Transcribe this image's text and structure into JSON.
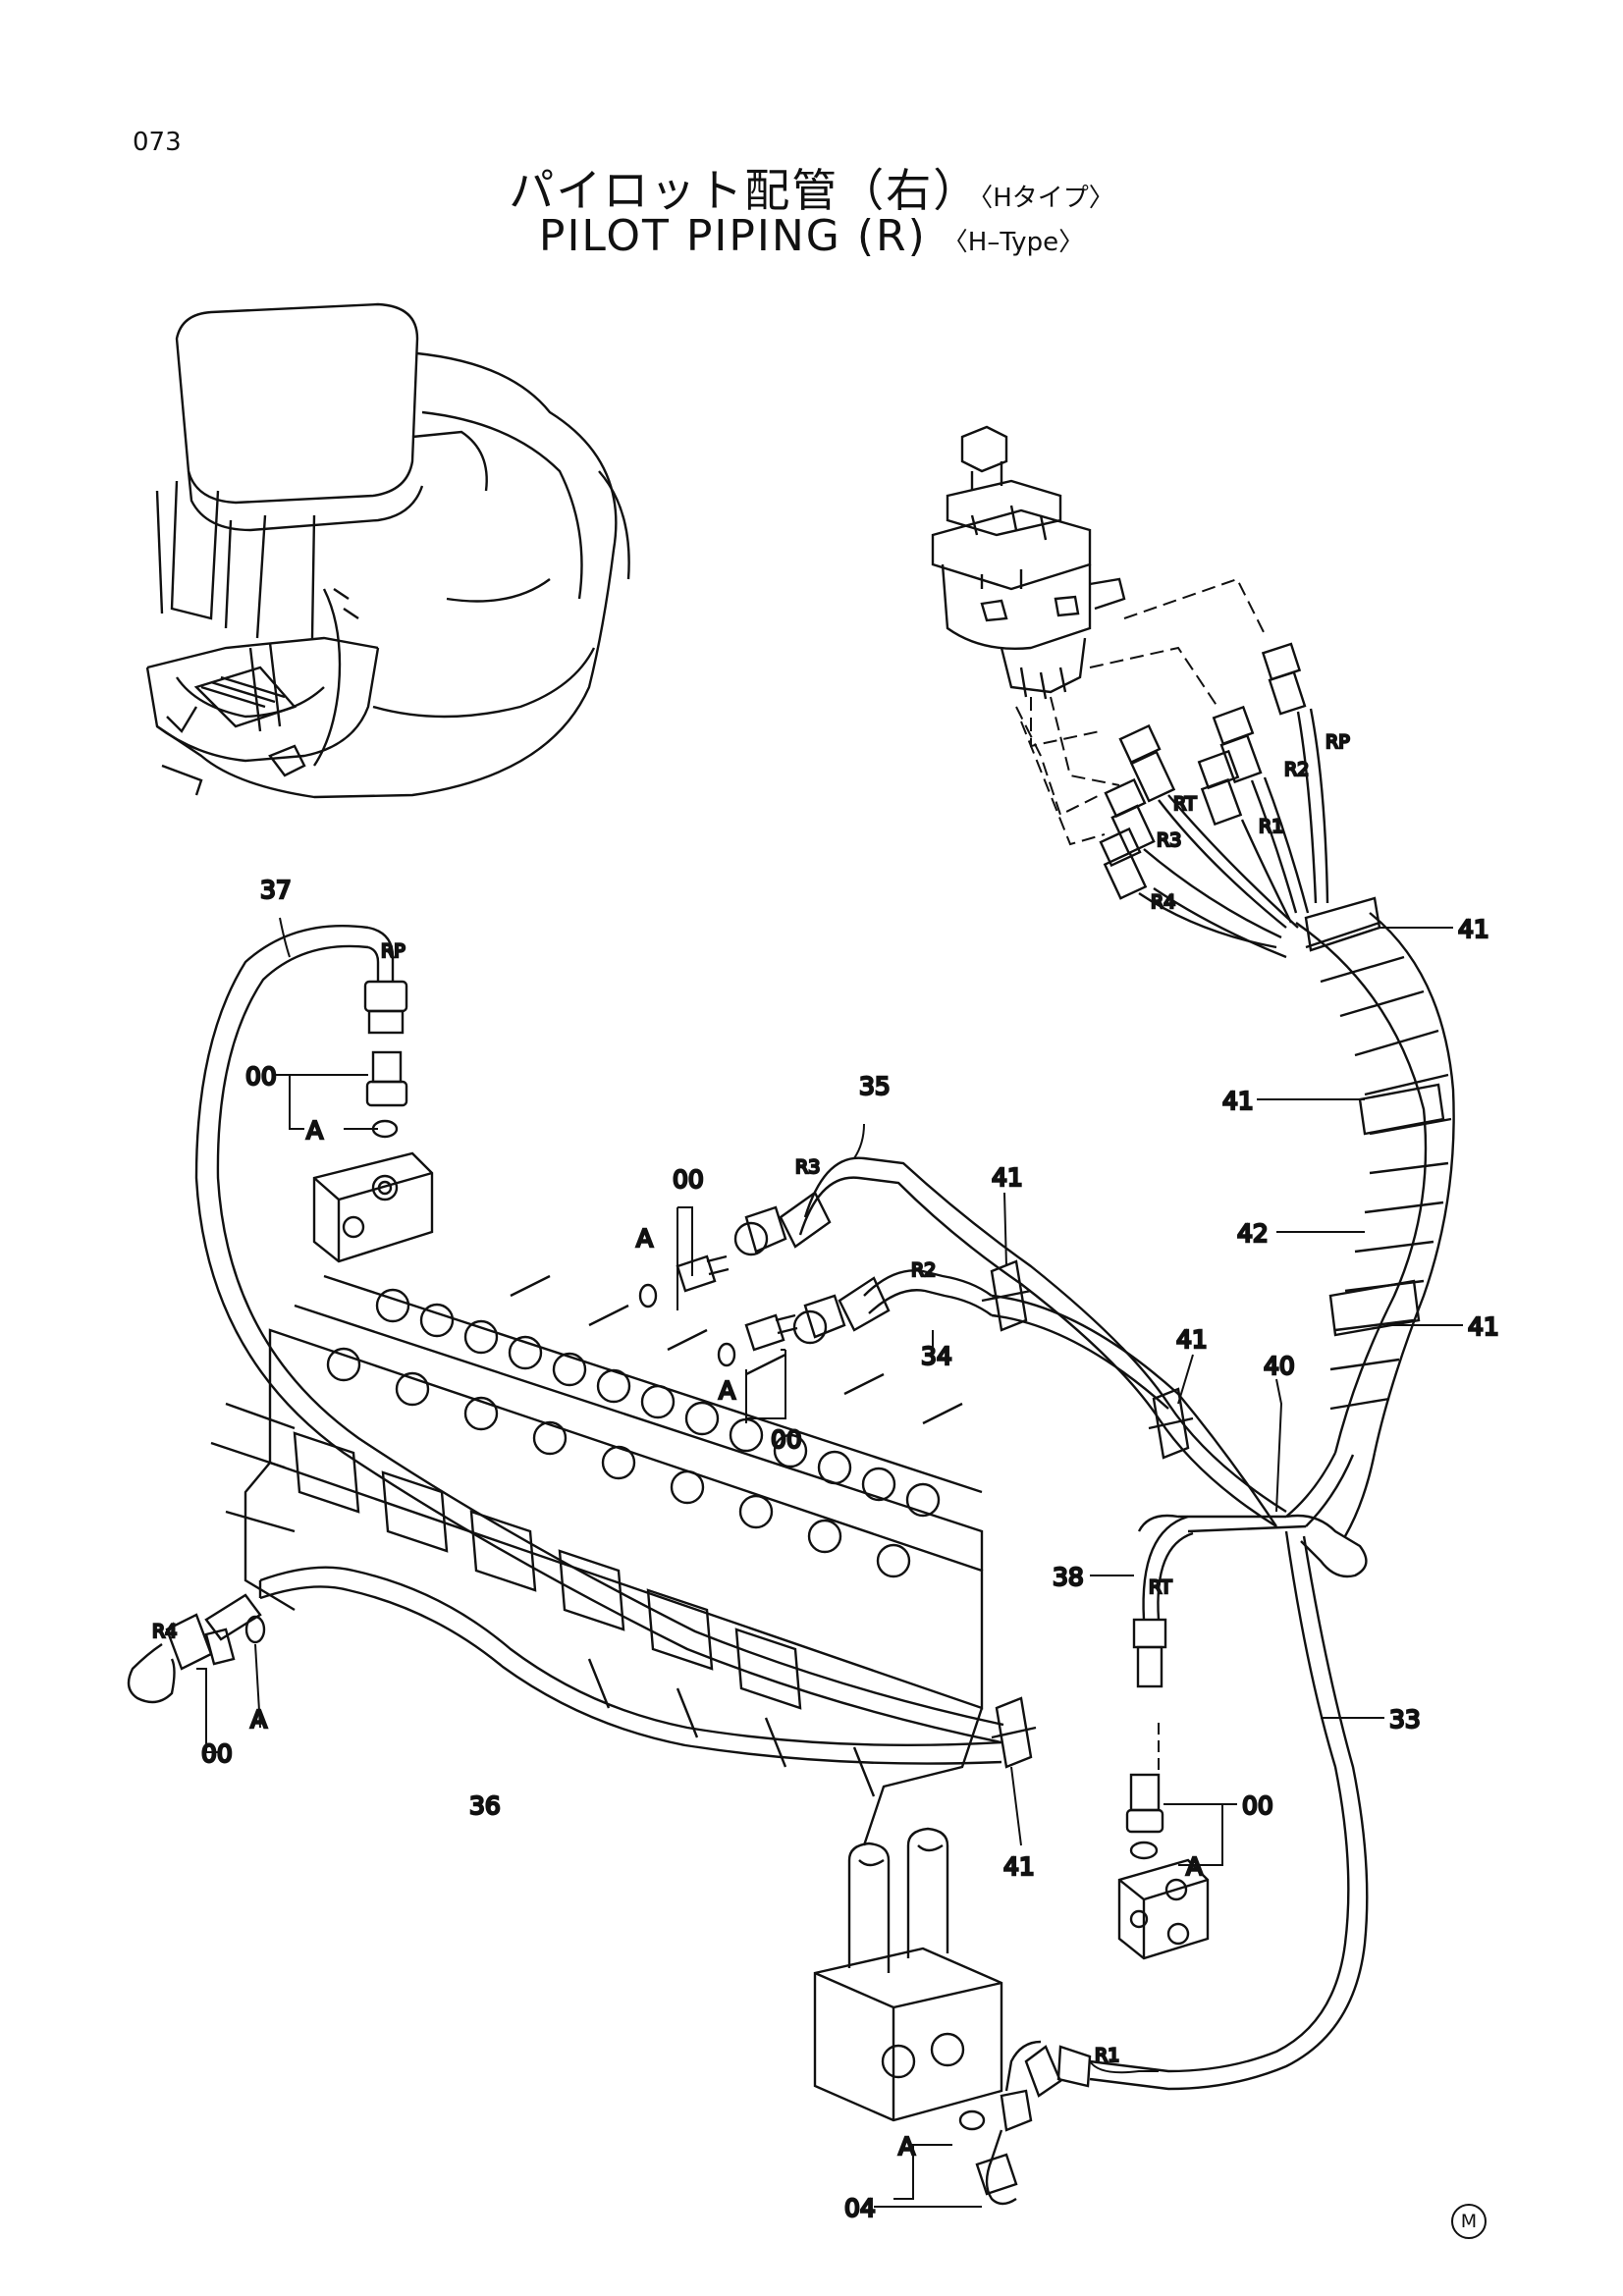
{
  "page_number": "073",
  "title_ja": "パイロット配管（右）",
  "title_ja_type": "〈Hタイプ〉",
  "title_en": "PILOT PIPING (R)",
  "title_en_type": "〈H–Type〉",
  "emblem": "M",
  "parts": {
    "p00": "00",
    "p04": "04",
    "p33": "33",
    "p34": "34",
    "p35": "35",
    "p36": "36",
    "p37": "37",
    "p38": "38",
    "p40": "40",
    "p41": "41",
    "p42": "42"
  },
  "ports": {
    "rp": "RP",
    "r1": "R1",
    "r2": "R2",
    "r3": "R3",
    "r4": "R4",
    "rt": "RT"
  },
  "detail_mark": "A"
}
